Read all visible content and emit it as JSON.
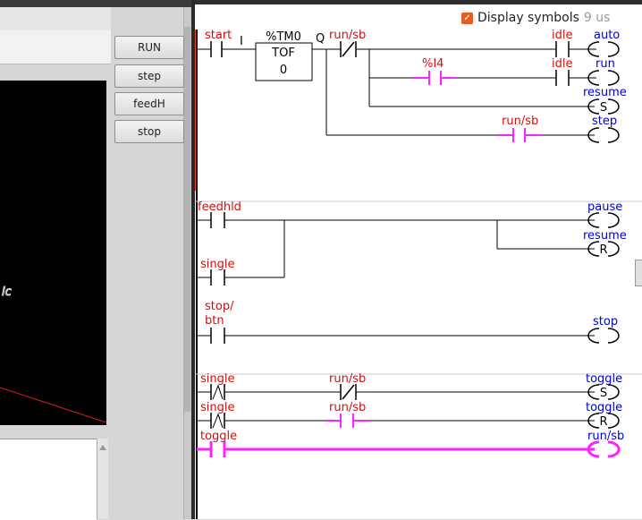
{
  "left": {
    "buttons": {
      "run": "RUN",
      "step": "step",
      "feedh": "feedH",
      "stop": "stop"
    },
    "view_text": "ic"
  },
  "display_symbols": {
    "label": "Display symbols",
    "checked": true,
    "scan_time": "9 us",
    "check_mark": "✓"
  },
  "colors": {
    "address": "#d01010",
    "coil": "#0000d0",
    "wire": "#000000",
    "active": "#ff22ff",
    "scroll_border": "#ff3a2a"
  },
  "ladder": {
    "rung1": {
      "start": "start",
      "in_i": "I",
      "timer_name": "%TM0",
      "timer_type": "TOF",
      "timer_preset": "0",
      "timer_q": "Q",
      "runsb": "run/sb",
      "idle1": "idle",
      "auto": "auto",
      "i4": "%I4",
      "idle2": "idle",
      "run": "run",
      "resume": "resume",
      "set": "S",
      "runsb2": "run/sb",
      "step": "step"
    },
    "rung2": {
      "feedhld": "feedhld",
      "single": "single",
      "pause": "pause",
      "resume": "resume",
      "reset": "R"
    },
    "rung3": {
      "stop_btn_1": "stop/",
      "stop_btn_2": "btn",
      "stop": "stop"
    },
    "rung4": {
      "single1": "single",
      "runsb1": "run/sb",
      "toggle1": "toggle",
      "set": "S",
      "single2": "single",
      "runsb2": "run/sb",
      "toggle2": "toggle",
      "reset": "R",
      "toggle3": "toggle",
      "runsb3": "run/sb"
    }
  }
}
